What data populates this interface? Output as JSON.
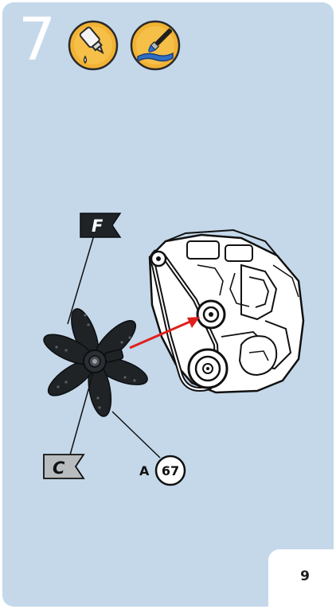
{
  "step": {
    "number": "7"
  },
  "icons": [
    {
      "name": "glue-icon",
      "color": "#f2b233"
    },
    {
      "name": "paint-brush-icon",
      "color": "#f2b233"
    }
  ],
  "flags": {
    "top": "F",
    "bottom": "C"
  },
  "part": {
    "letter": "A",
    "number": "67"
  },
  "page": {
    "number": "9"
  },
  "colors": {
    "panel": "#c4d8ea",
    "arrow": "#e0201c",
    "fan": "#1f2326",
    "icon_fill": "#f2b233"
  }
}
